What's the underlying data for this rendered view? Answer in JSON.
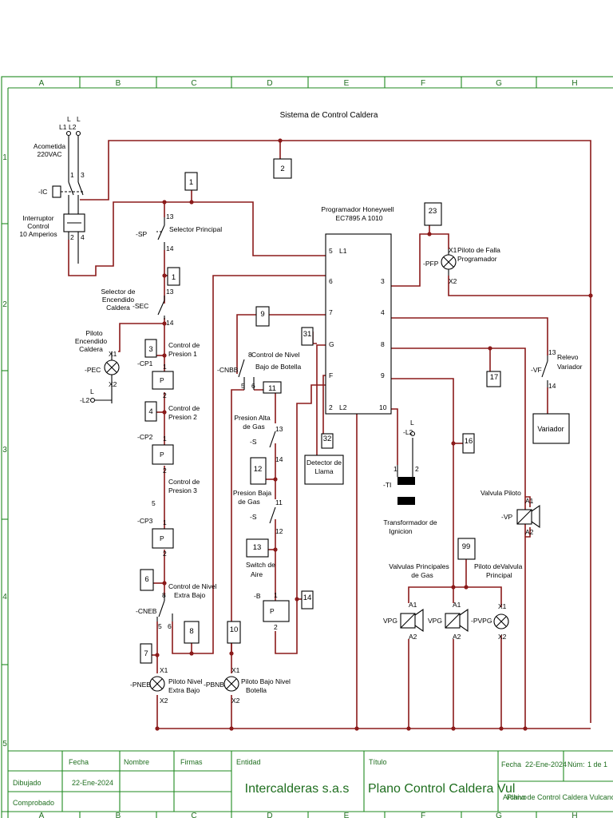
{
  "grid": {
    "columns": [
      "A",
      "B",
      "C",
      "D",
      "E",
      "F",
      "G",
      "H"
    ],
    "rows": [
      "1",
      "2",
      "3",
      "4",
      "5"
    ]
  },
  "diagram": {
    "title": "Sistema de Control Caldera",
    "supply": {
      "l1": "L1",
      "l2": "L2",
      "l": "L",
      "acometida": "Acometida",
      "voltage": "220VAC",
      "ic": "-IC",
      "breaker_line1": "Interruptor",
      "breaker_line2": "Control",
      "breaker_line3": "10 Amperios",
      "t1": "1",
      "t3": "3",
      "t2": "2",
      "t4": "4"
    },
    "selector_principal": {
      "tag": "-SP",
      "label": "Selector Principal",
      "t13": "13",
      "t14": "14"
    },
    "selector_encendido": {
      "tag": "-SEC",
      "line1": "Selector de",
      "line2": "Encendido",
      "line3": "Caldera",
      "t13": "13",
      "t14": "14"
    },
    "piloto_encendido": {
      "tag": "-PEC",
      "line1": "Piloto",
      "line2": "Encendido",
      "line3": "Caldera",
      "x1": "X1",
      "x2": "X2",
      "l": "L",
      "l2": "-L2"
    },
    "cp1": {
      "tag": "-CP1",
      "line1": "Control de",
      "line2": "Presion 1",
      "t1": "1",
      "t2": "2",
      "p": "P"
    },
    "cp2": {
      "tag": "-CP2",
      "line1": "Control de",
      "line2": "Presion 2",
      "t1": "1",
      "t2": "2",
      "p": "P"
    },
    "cp3": {
      "tag": "-CP3",
      "line1": "Control de",
      "line2": "Presion 3",
      "t1": "1",
      "t2": "2",
      "p": "P",
      "num": "5"
    },
    "cneb": {
      "tag": "-CNEB",
      "line1": "Control de Nivel",
      "line2": "Extra Bajo",
      "t8": "8",
      "t5": "5",
      "t6": "6"
    },
    "pneb": {
      "tag": "-PNEB",
      "line1": "Piloto Nivel",
      "line2": "Extra Bajo",
      "x1": "X1",
      "x2": "X2"
    },
    "cnbb": {
      "tag": "-CNBB",
      "line1": "Control de Nivel",
      "line2": "Bajo de Botella",
      "t8": "8",
      "t5": "5",
      "t6": "6"
    },
    "pbnb": {
      "tag": "-PBNB",
      "line1": "Piloto Bajo Nivel",
      "line2": "Botella",
      "x1": "X1",
      "x2": "X2"
    },
    "presion_alta": {
      "tag": "-S",
      "line1": "Presion Alta",
      "line2": "de Gas",
      "t13": "13",
      "t14": "14"
    },
    "presion_baja": {
      "tag": "-S",
      "line1": "Presion Baja",
      "line2": "de Gas",
      "t11": "11",
      "t12": "12"
    },
    "switch_aire": {
      "tag": "-B",
      "line1": "Switch de",
      "line2": "Aire",
      "t1": "1",
      "t2": "2",
      "p": "P"
    },
    "programador": {
      "line1": "Programador Honeywell",
      "line2": "EC7895 A 1010",
      "l1": "L1",
      "l2": "L2",
      "t5": "5",
      "t6": "6",
      "t7": "7",
      "tg": "G",
      "tf": "F",
      "t2": "2",
      "t3": "3",
      "t4": "4",
      "t8": "8",
      "t9": "9",
      "t10": "10"
    },
    "detector": {
      "line1": "Detector de",
      "line2": "Llama"
    },
    "transformador": {
      "tag": "-TI",
      "line1": "Transformador de",
      "line2": "Ignicion",
      "t1": "1",
      "t2": "2",
      "l": "L",
      "l2": "-L2"
    },
    "piloto_falla": {
      "tag": "-PFP",
      "line1": "Piloto de Falla",
      "line2": "Programador",
      "x1": "X1",
      "x2": "X2"
    },
    "relevo": {
      "tag": "-VF",
      "line1": "Relevo",
      "line2": "Variador",
      "t13": "13",
      "t14": "14"
    },
    "variador": {
      "label": "Variador"
    },
    "valvula_piloto": {
      "tag": "-VP",
      "label": "Valvula Piloto",
      "a1": "A1",
      "a2": "A2"
    },
    "valvulas": {
      "line1": "Valvulas Principales",
      "line2": "de Gas",
      "vpg": "VPG",
      "a1": "A1",
      "a2": "A2"
    },
    "piloto_valvula": {
      "tag": "-PVPG",
      "line1": "Piloto deValvula",
      "line2": "Principal",
      "x1": "X1",
      "x2": "X2"
    },
    "refs": {
      "r1": "1",
      "r2": "2",
      "r1b": "1",
      "r3": "3",
      "r4": "4",
      "r6": "6",
      "r7": "7",
      "r8": "8",
      "r9": "9",
      "r10": "10",
      "r11": "11",
      "r12": "12",
      "r13": "13",
      "r14": "14",
      "r16": "16",
      "r17": "17",
      "r23": "23",
      "r31": "31",
      "r32": "32",
      "r99": "99"
    }
  },
  "title_block": {
    "fecha_h": "Fecha",
    "nombre_h": "Nombre",
    "firmas_h": "Firmas",
    "entidad_h": "Entidad",
    "titulo_h": "Título",
    "dibujado": "Dibujado",
    "dibujado_fecha": "22-Ene-2024",
    "comprobado": "Comprobado",
    "entidad": "Intercalderas s.a.s",
    "titulo": "Plano Control Caldera Vul",
    "fecha_r": "Fecha",
    "fecha_val": "22-Ene-2024",
    "num_label": "Núm:",
    "num_val": "1 de 1",
    "archivo_a": "Archivo",
    "archivo_b": "Plano de Control Caldera Vulcano CADe"
  }
}
